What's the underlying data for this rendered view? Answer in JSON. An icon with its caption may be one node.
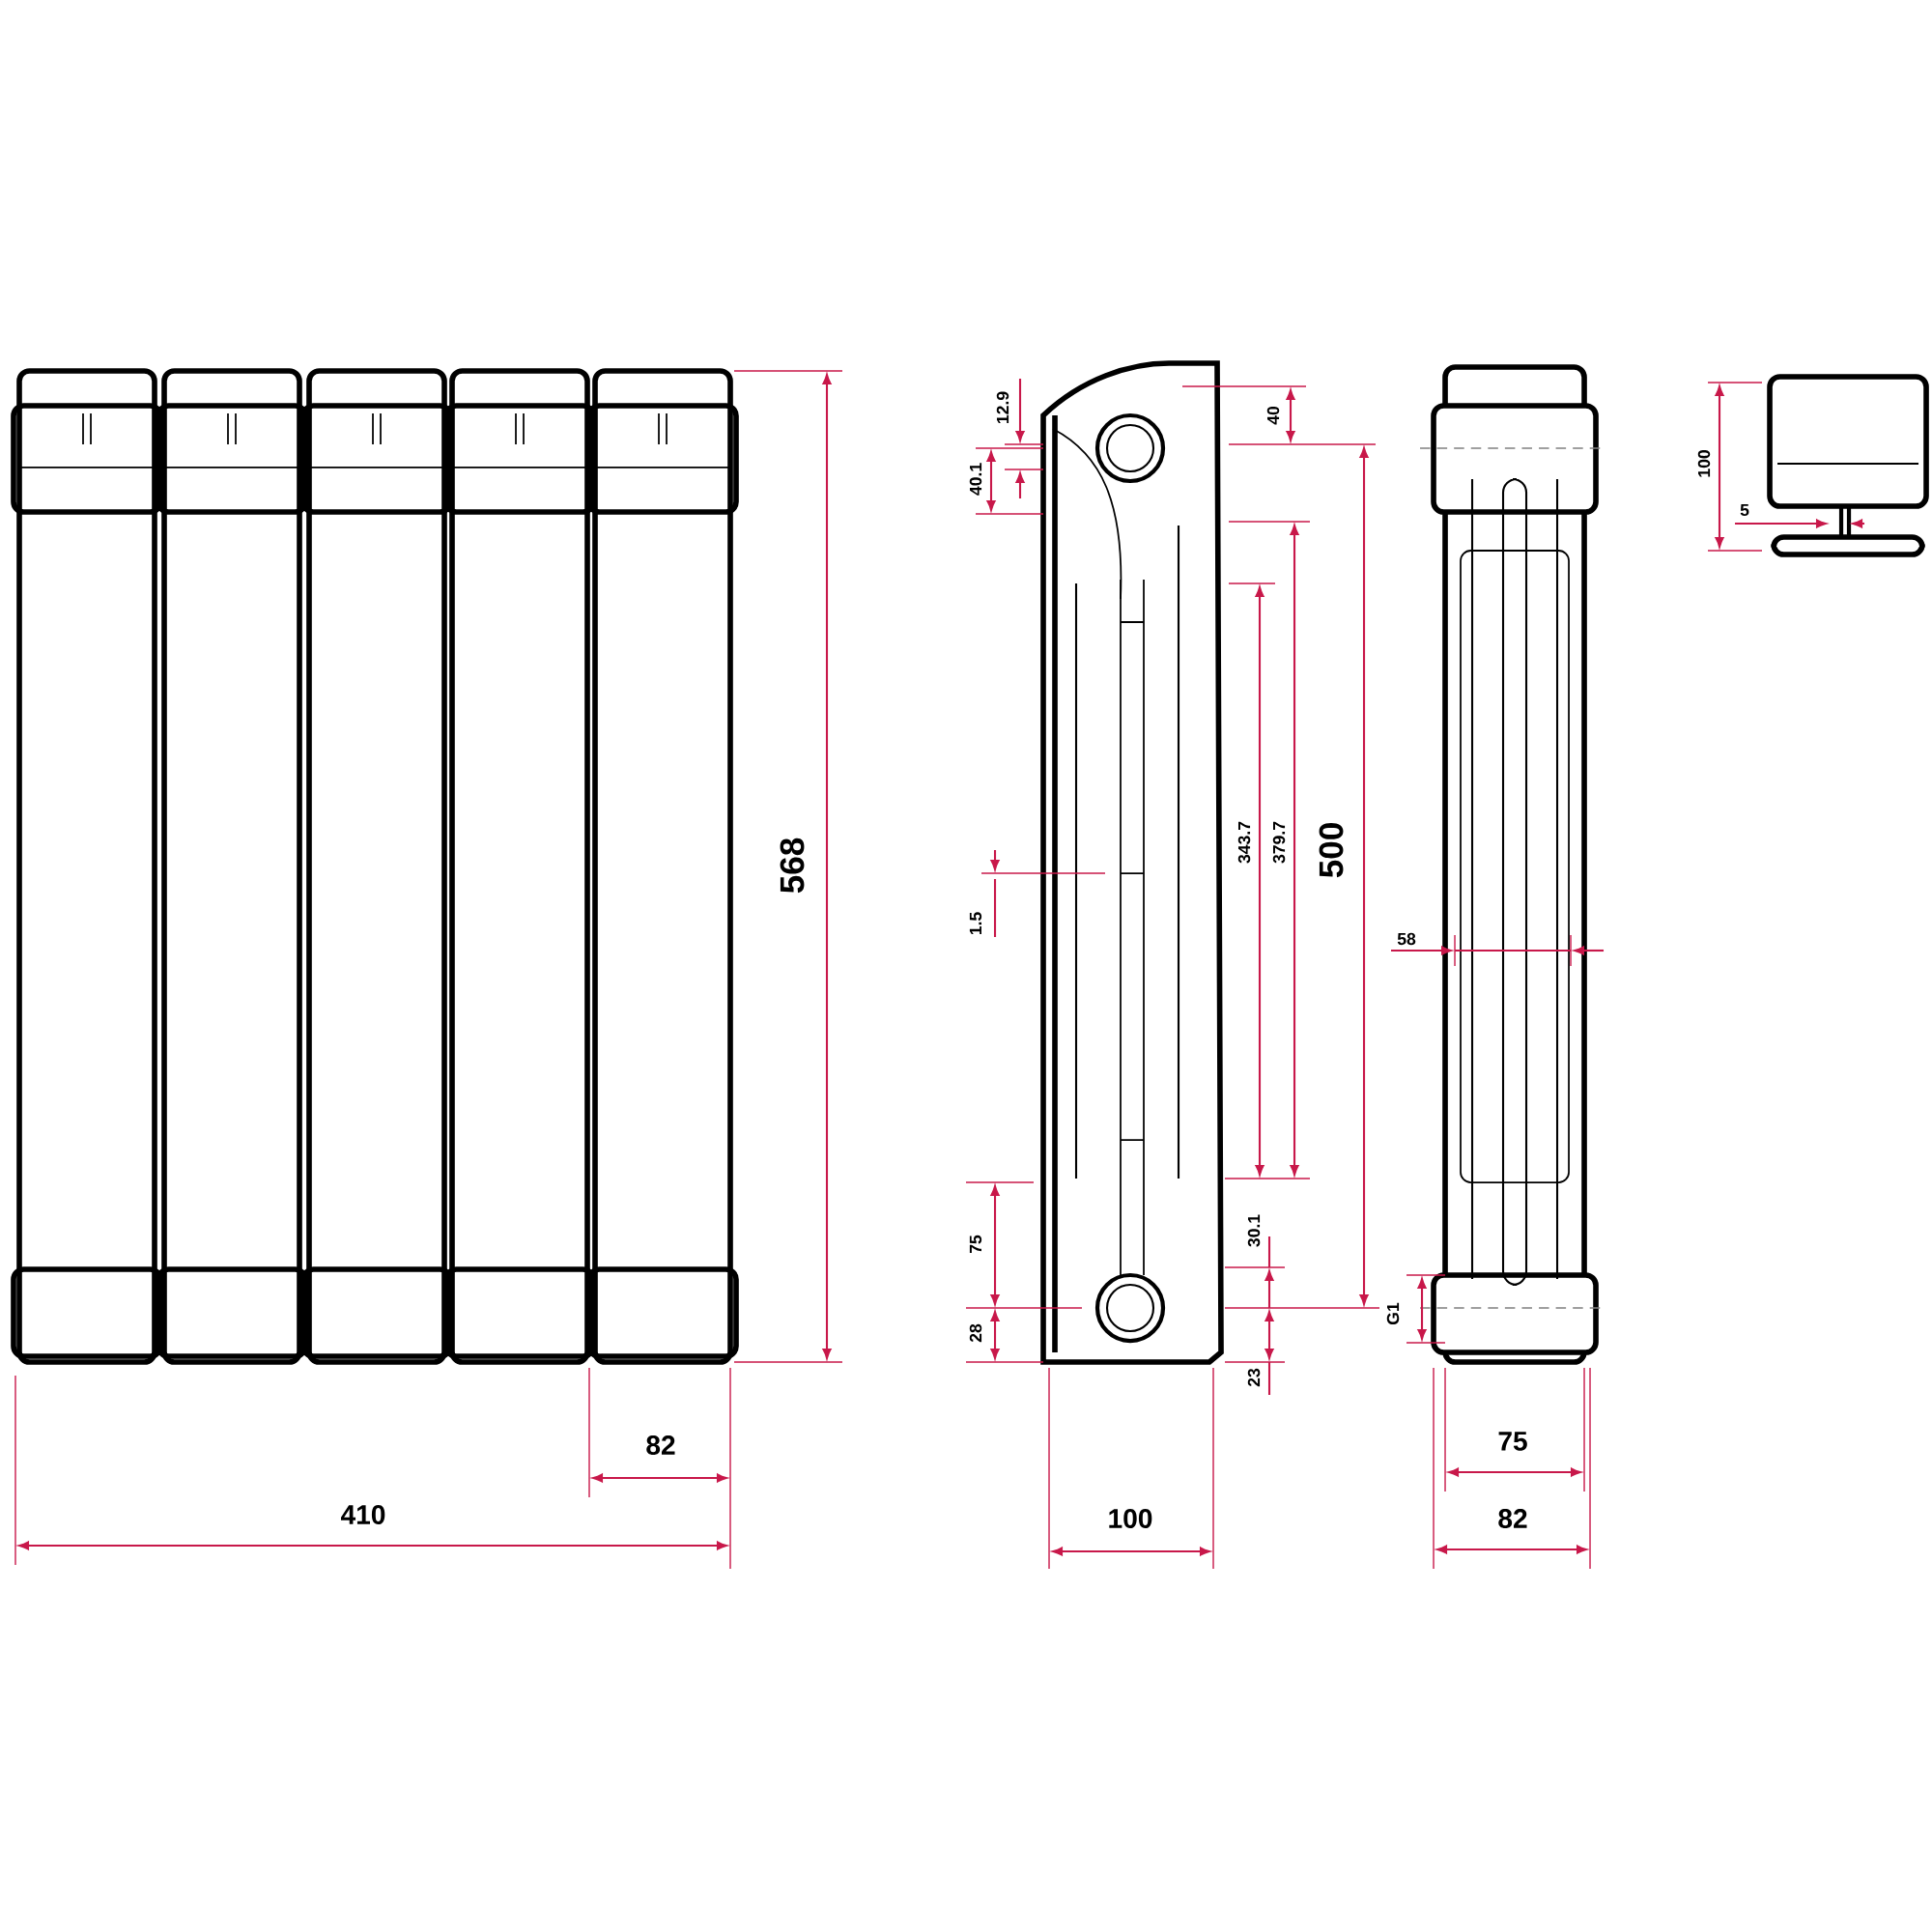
{
  "diagram": {
    "labels": [
      "568",
      "82",
      "410",
      "12.9",
      "40",
      "40.1",
      "1.5",
      "343.7",
      "379.7",
      "500",
      "75",
      "30.1",
      "28",
      "23",
      "G1",
      "100",
      "58",
      "75",
      "82",
      "100",
      "5"
    ]
  }
}
